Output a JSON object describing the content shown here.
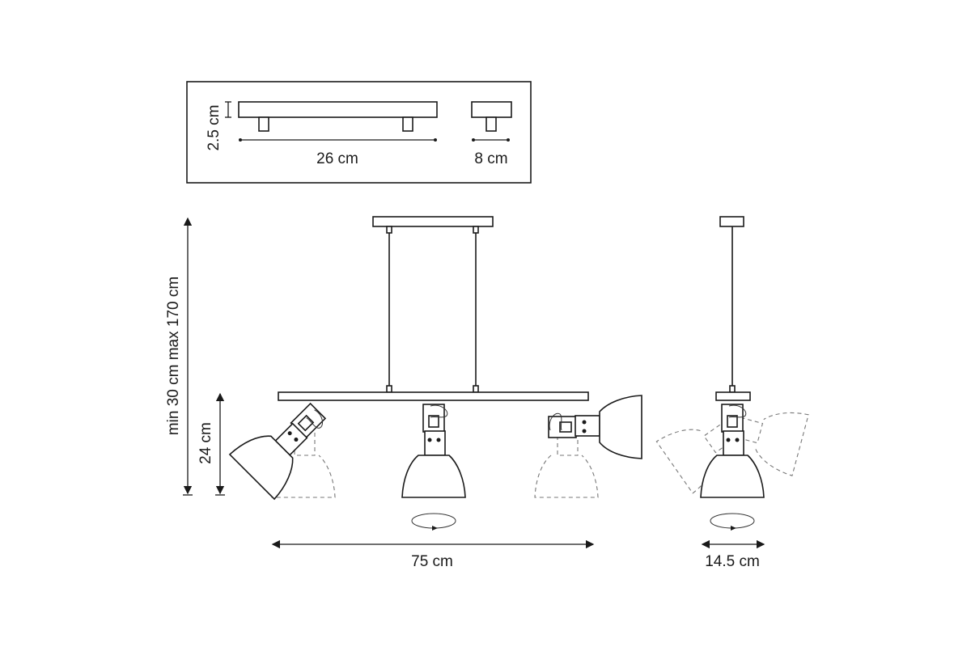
{
  "detail_box": {
    "height_label": "2.5 cm",
    "length_label": "26 cm",
    "width_label": "8 cm"
  },
  "front_view": {
    "suspension_label": "min 30 cm max 170 cm",
    "fixture_height_label": "24 cm",
    "width_label": "75 cm"
  },
  "side_view": {
    "depth_label": "14.5 cm"
  }
}
